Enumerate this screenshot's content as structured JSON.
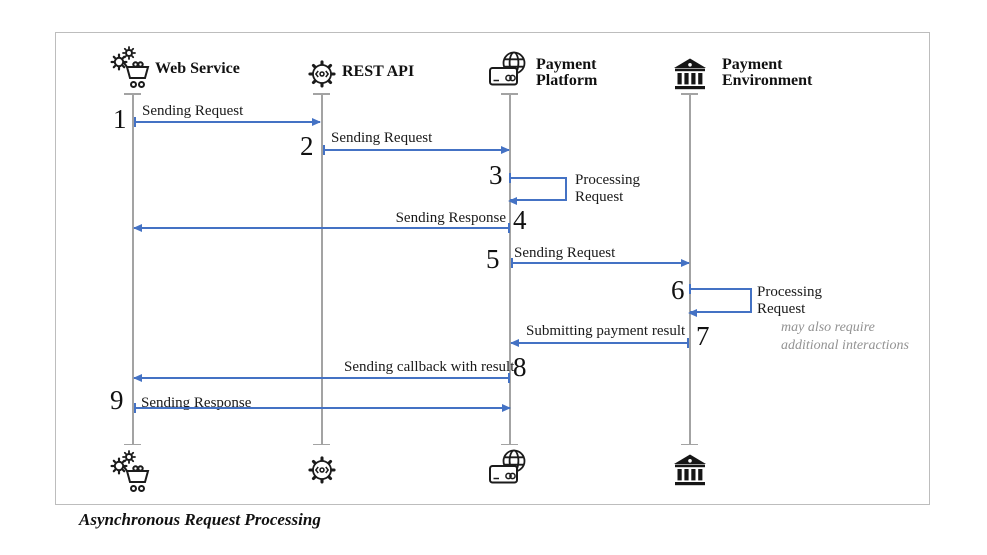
{
  "title": "Asynchronous Request Processing",
  "colors": {
    "arrow_blue": "#4472C4",
    "lifeline_gray": "#A3A3A3",
    "note_gray": "#929292",
    "frame_border": "#BDBDBD"
  },
  "actors": [
    {
      "label": "Web Service",
      "icon": "shopping-cart-gears"
    },
    {
      "label": "REST API",
      "icon": "api-gear"
    },
    {
      "label": "Payment Platform",
      "icon": "globe-credit-card"
    },
    {
      "label": "Payment Environment",
      "icon": "bank-building"
    }
  ],
  "messages": [
    {
      "num": "1",
      "label": "Sending Request",
      "from": "Web Service",
      "to": "REST API"
    },
    {
      "num": "2",
      "label": "Sending Request",
      "from": "REST API",
      "to": "Payment Platform"
    },
    {
      "num": "3",
      "label": "Processing Request",
      "from": "Payment Platform",
      "to": "Payment Platform"
    },
    {
      "num": "4",
      "label": "Sending Response",
      "from": "Payment Platform",
      "to": "Web Service"
    },
    {
      "num": "5",
      "label": "Sending Request",
      "from": "Payment Platform",
      "to": "Payment Environment"
    },
    {
      "num": "6",
      "label": "Processing Request",
      "from": "Payment Environment",
      "to": "Payment Environment"
    },
    {
      "num": "7",
      "label": "Submitting payment result",
      "from": "Payment Environment",
      "to": "Payment Platform"
    },
    {
      "num": "8",
      "label": "Sending callback with result",
      "from": "Payment Platform",
      "to": "Web Service"
    },
    {
      "num": "9",
      "label": "Sending Response",
      "from": "Web Service",
      "to": "Payment Platform"
    }
  ],
  "note": {
    "text": "may also require additional interactions"
  }
}
